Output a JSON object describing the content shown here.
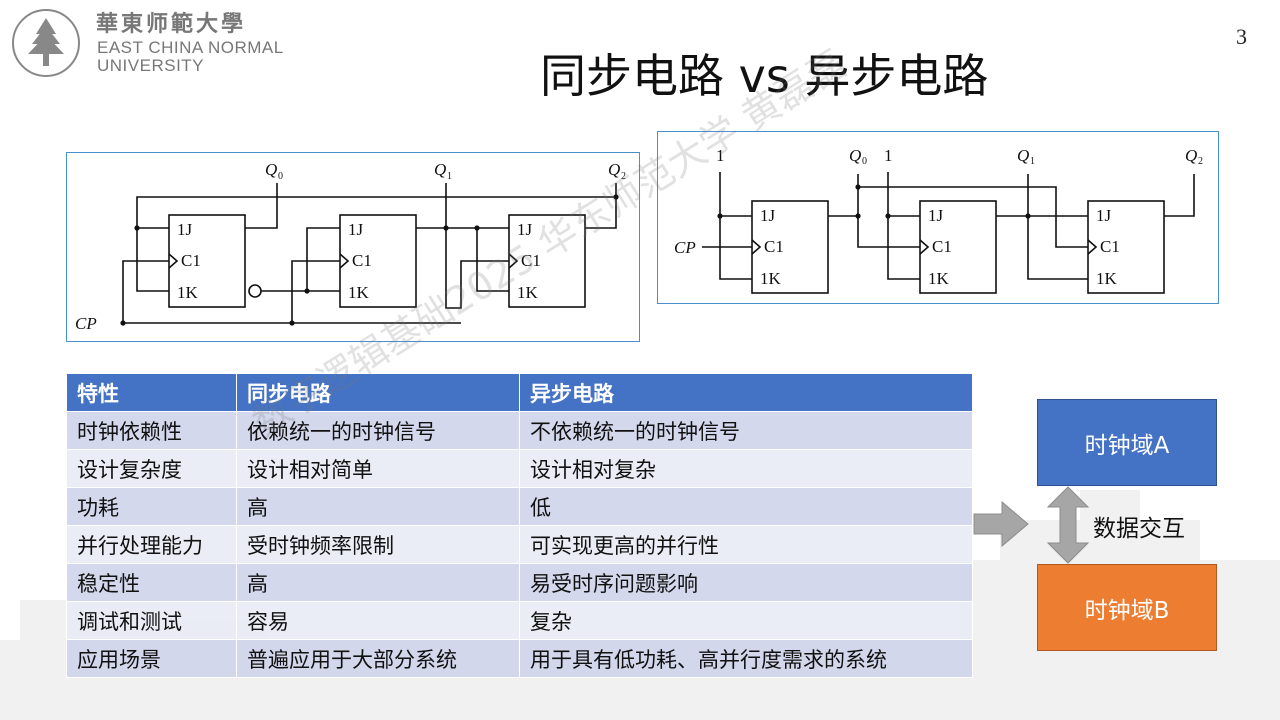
{
  "header": {
    "logo_cn": "華東师範大學",
    "logo_en_line1": "EAST CHINA NORMAL",
    "logo_en_line2": "UNIVERSITY",
    "page_number": "3",
    "title": "同步电路 vs 异步电路"
  },
  "circuit_sync": {
    "labels": {
      "q0": "Q",
      "q1": "Q",
      "q2": "Q",
      "sub0": "0",
      "sub1": "1",
      "sub2": "2",
      "cp": "CP",
      "j": "1J",
      "c": "C1",
      "k": "1K",
      "clk_mark": ">"
    }
  },
  "circuit_async": {
    "labels": {
      "one_a": "1",
      "one_b": "1",
      "q0": "Q",
      "q1": "Q",
      "q2": "Q",
      "sub0": "0",
      "sub1": "1",
      "sub2": "2",
      "cp": "CP",
      "j": "1J",
      "c": "C1",
      "k": "1K",
      "clk_mark": ">"
    }
  },
  "table": {
    "headers": [
      "特性",
      "同步电路",
      "异步电路"
    ],
    "rows": [
      [
        "时钟依赖性",
        "依赖统一的时钟信号",
        "不依赖统一的时钟信号"
      ],
      [
        "设计复杂度",
        "设计相对简单",
        "设计相对复杂"
      ],
      [
        "功耗",
        "高",
        "低"
      ],
      [
        "并行处理能力",
        "受时钟频率限制",
        "可实现更高的并行性"
      ],
      [
        "稳定性",
        "高",
        "易受时序问题影响"
      ],
      [
        "调试和测试",
        "容易",
        "复杂"
      ],
      [
        "应用场景",
        "普遍应用于大部分系统",
        "用于具有低功耗、高并行度需求的系统"
      ]
    ]
  },
  "diagram": {
    "domain_a": "时钟域A",
    "domain_b": "时钟域B",
    "exchange": "数据交互"
  },
  "watermark": "数字逻辑基础2025 华东师范大学 黄磊磊",
  "colors": {
    "header_blue": "#4472c4",
    "domain_a": "#4472c4",
    "domain_b": "#ed7d31",
    "row_dark": "#cfd5ea",
    "row_light": "#e9ebf5",
    "circuit_border": "#4a8fd0"
  }
}
